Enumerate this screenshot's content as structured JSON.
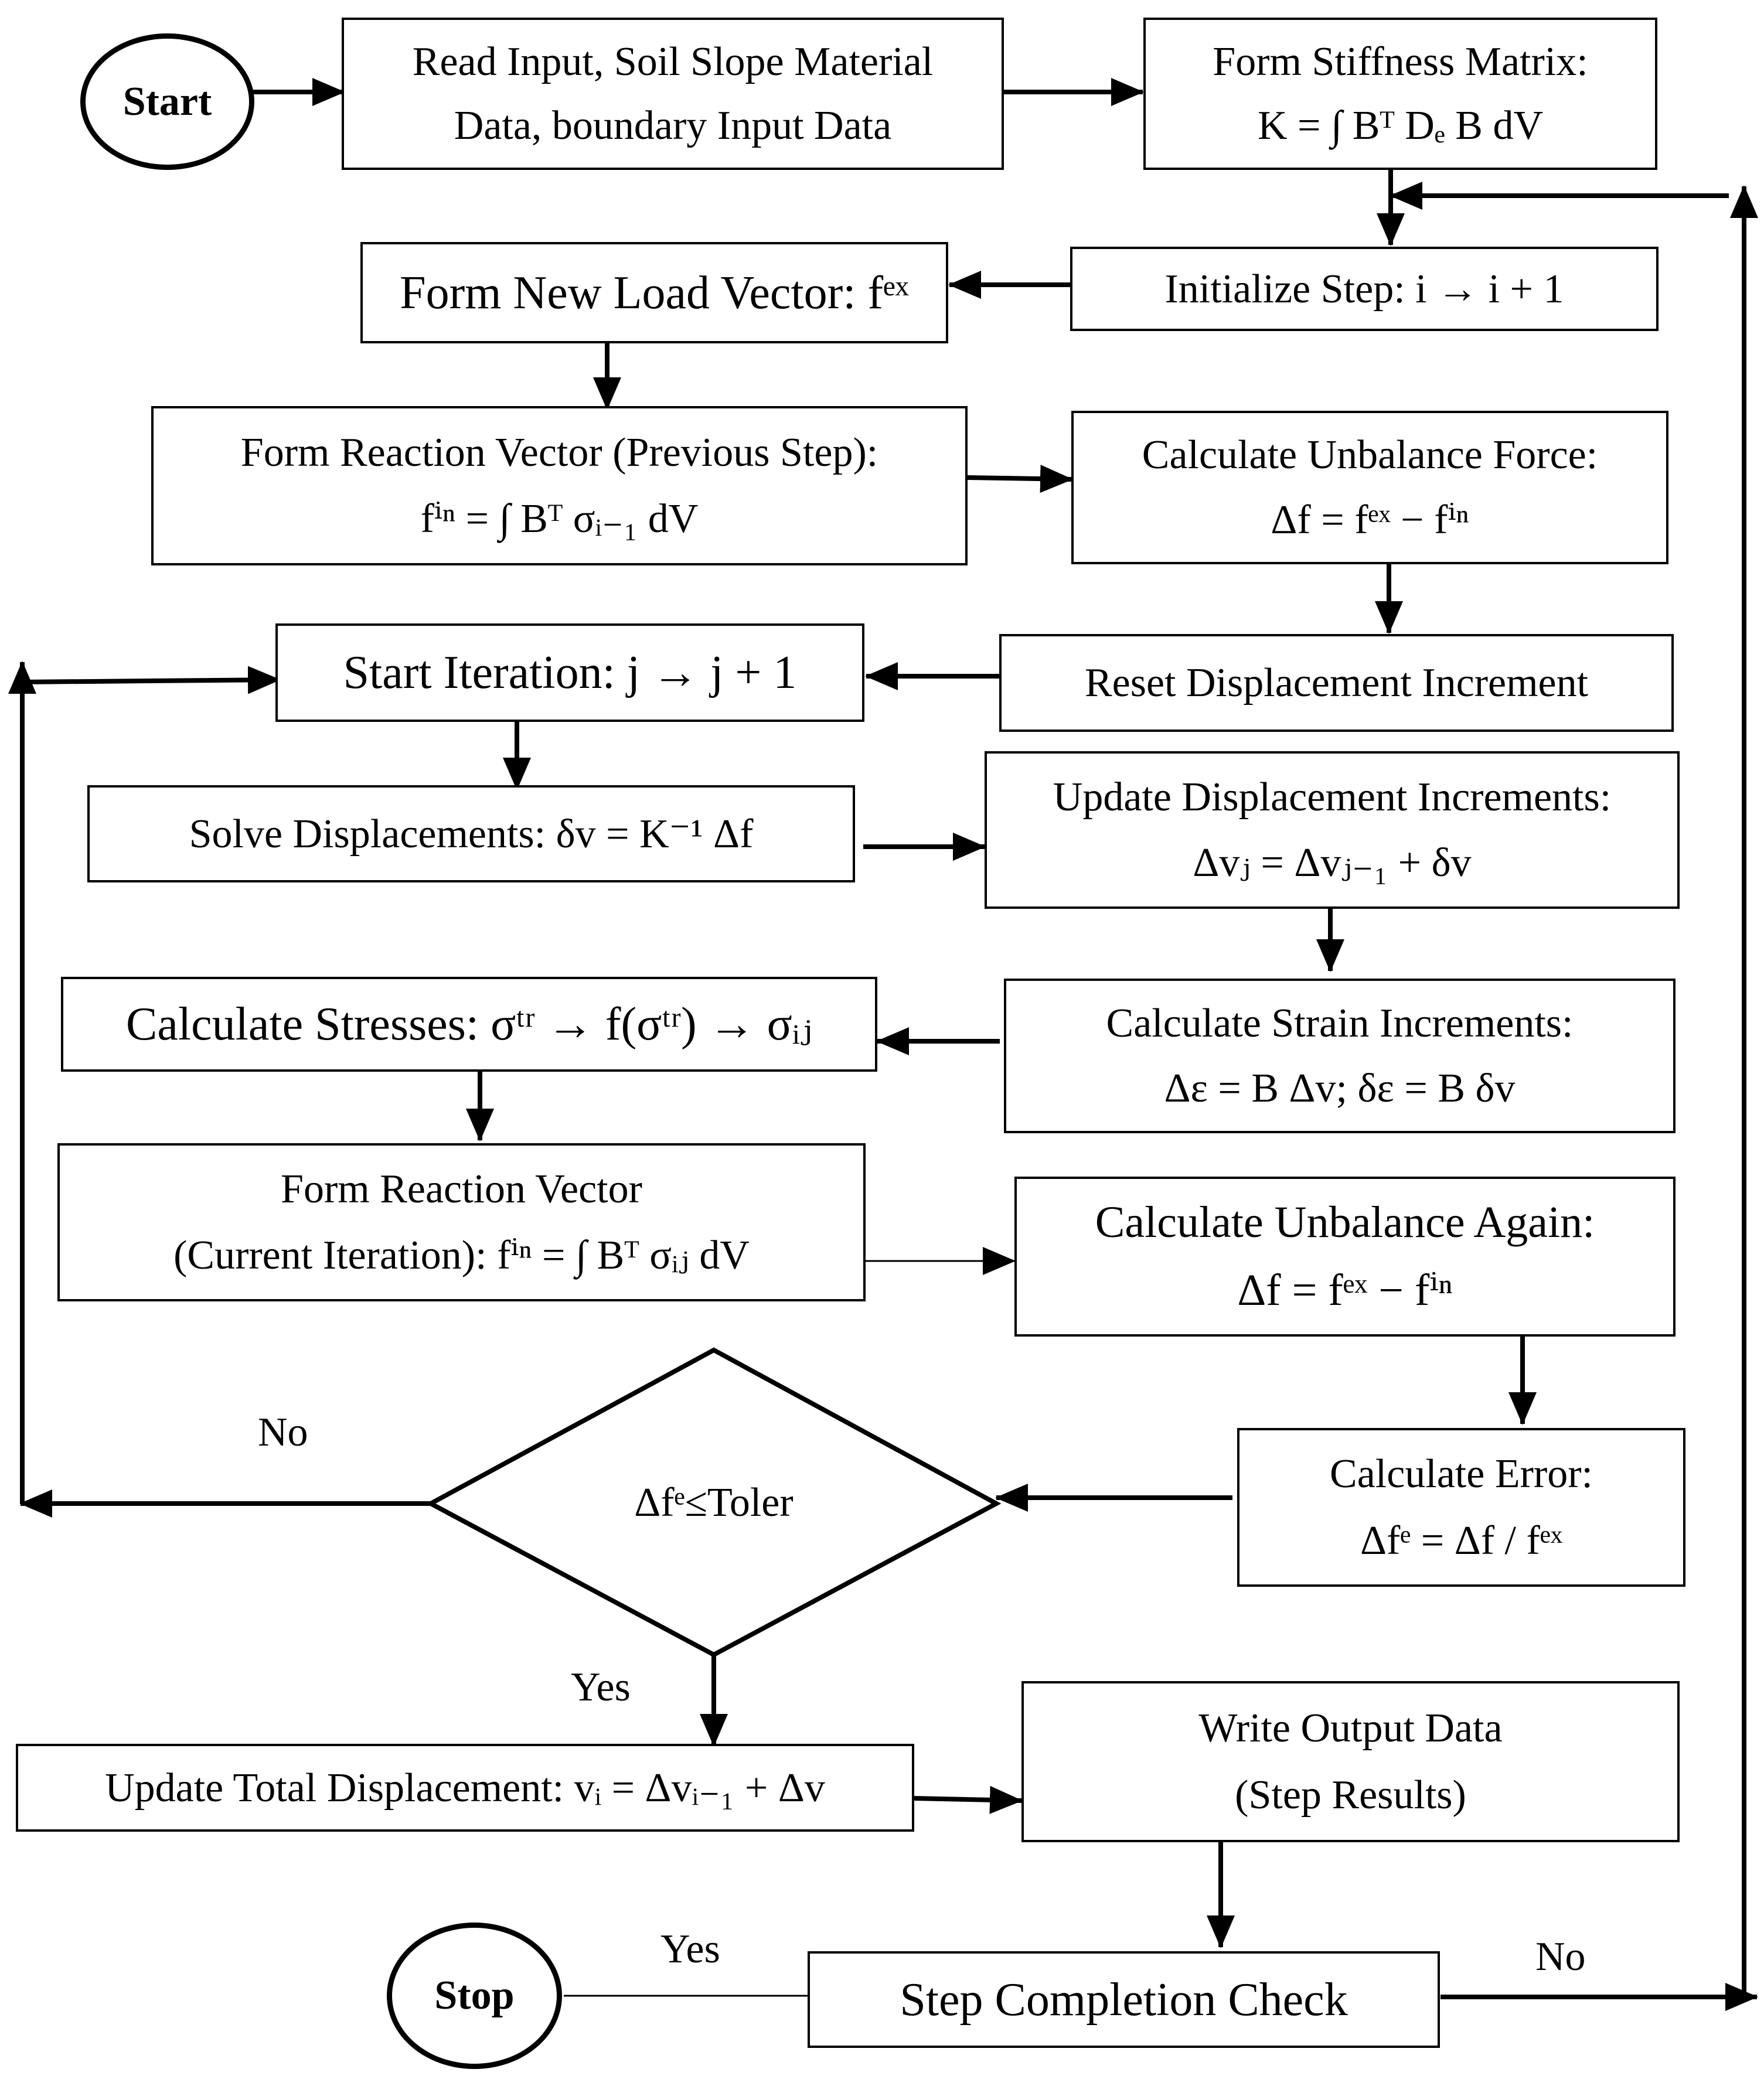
{
  "flowchart": {
    "start": "Start",
    "stop": "Stop",
    "read_input": {
      "line1": "Read Input, Soil Slope Material",
      "line2": "Data, boundary Input Data"
    },
    "stiffness": {
      "line1": "Form Stiffness Matrix:",
      "line2": "K = ∫ Bᵀ Dₑ B dV"
    },
    "initialize_step": "Initialize Step: i → i + 1",
    "load_vector": "Form New Load Vector: fᵉˣ",
    "reaction_prev": {
      "line1": "Form Reaction Vector (Previous Step):",
      "line2": "fⁱⁿ =   ∫   Bᵀ σᵢ₋₁ dV"
    },
    "unbalance": {
      "line1": "Calculate Unbalance Force:",
      "line2": "Δf = fᵉˣ − fⁱⁿ"
    },
    "reset_disp": "Reset Displacement Increment",
    "start_iteration": "Start Iteration: j → j + 1",
    "solve_disp": "Solve Displacements: δv = K⁻¹ Δf",
    "update_disp_inc": {
      "line1": "Update Displacement Increments:",
      "line2": "Δvⱼ = Δvⱼ₋₁ + δv"
    },
    "strain_inc": {
      "line1": "Calculate Strain Increments:",
      "line2": "Δε = B Δv; δε = B δv"
    },
    "stresses": "Calculate Stresses: σᵗʳ → f(σᵗʳ) → σᵢⱼ",
    "reaction_curr": {
      "line1": "Form Reaction Vector",
      "line2": "(Current Iteration): fⁱⁿ =   ∫   Bᵀ σᵢⱼ dV"
    },
    "unbalance_again": {
      "line1": "Calculate Unbalance Again:",
      "line2": "Δf = fᵉˣ − fⁱⁿ"
    },
    "calc_error": {
      "line1": "Calculate Error:",
      "line2": "Δfᵉ = Δf / fᵉˣ"
    },
    "decision": "Δfᵉ≤Toler",
    "no_label_left": "No",
    "yes_label_down": "Yes",
    "update_total": "Update Total Displacement: vᵢ = Δvᵢ₋₁ + Δv",
    "write_output": {
      "line1": "Write Output Data",
      "line2": "(Step Results)"
    },
    "step_check": "Step Completion Check",
    "yes_label_stop": "Yes",
    "no_label_right": "No"
  }
}
